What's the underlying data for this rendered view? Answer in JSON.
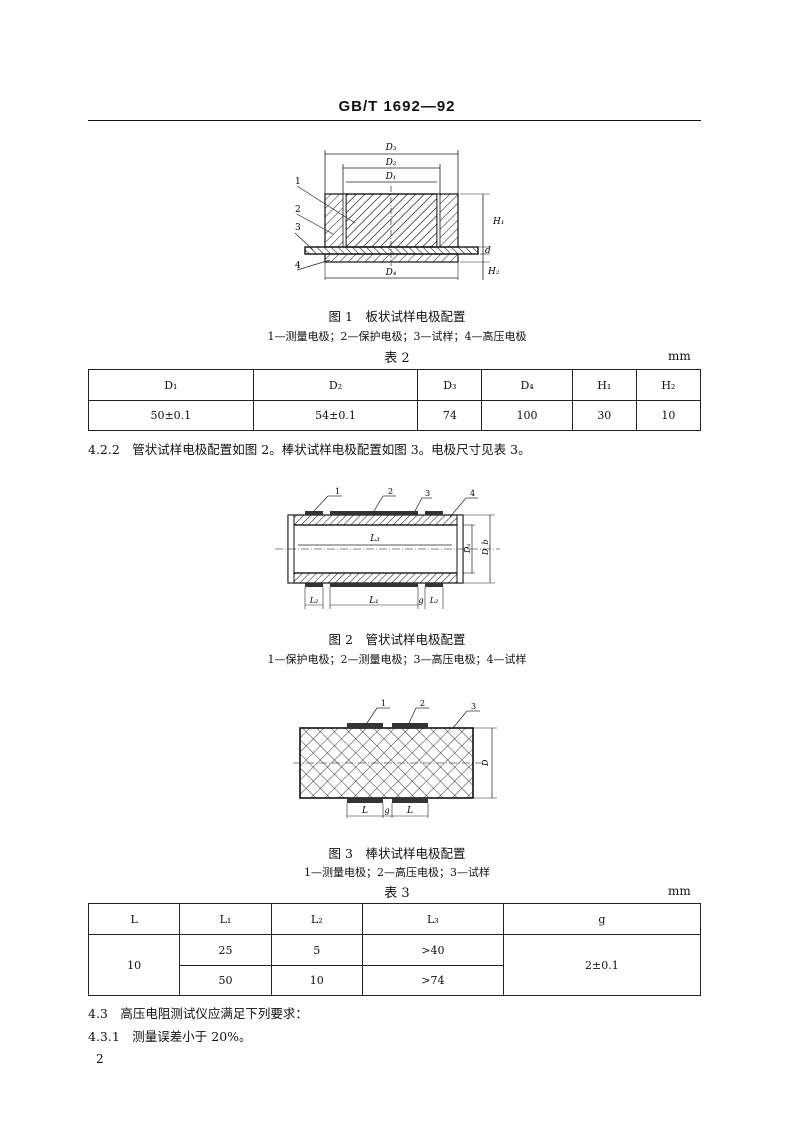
{
  "header": {
    "code": "GB/T 1692—92"
  },
  "figure1": {
    "caption": "图 1　板状试样电极配置",
    "legend": "1—测量电极；2—保护电极；3—试样；4—高压电极",
    "labels": {
      "D3": "D₃",
      "D2": "D₂",
      "D1": "D₁",
      "D4": "D₄",
      "H1": "H₁",
      "H2": "H₂",
      "d": "d",
      "n1": "1",
      "n2": "2",
      "n3": "3",
      "n4": "4"
    }
  },
  "table2": {
    "title": "表 2",
    "unit": "mm",
    "headers": [
      "D₁",
      "D₂",
      "D₃",
      "D₄",
      "H₁",
      "H₂"
    ],
    "values": [
      "50±0.1",
      "54±0.1",
      "74",
      "100",
      "30",
      "10"
    ]
  },
  "para_422": "4.2.2　管状试样电极配置如图 2。棒状试样电极配置如图 3。电极尺寸见表 3。",
  "figure2": {
    "caption": "图 2　管状试样电极配置",
    "legend": "1—保护电极；2—测量电极；3—高压电极；4—试样",
    "labels": {
      "L3": "L₃",
      "L2": "L₂",
      "L1": "L₁",
      "g": "g",
      "DA": "Dₐ",
      "DB": "D_b",
      "n1": "1",
      "n2": "2",
      "n3": "3",
      "n4": "4"
    }
  },
  "figure3": {
    "caption": "图 3　棒状试样电极配置",
    "legend": "1—测量电极；2—高压电极；3—试样",
    "labels": {
      "L": "L",
      "g": "g",
      "D": "D",
      "n1": "1",
      "n2": "2",
      "n3": "3"
    }
  },
  "table3": {
    "title": "表 3",
    "unit": "mm",
    "headers": [
      "L",
      "L₁",
      "L₂",
      "L₃",
      "g"
    ],
    "rows": [
      {
        "L": "10",
        "L1": "25",
        "L2": "5",
        "L3": ">40",
        "g": "2±0.1"
      },
      {
        "L1": "50",
        "L2": "10",
        "L3": ">74"
      }
    ]
  },
  "para_43": "4.3　高压电阻测试仪应满足下列要求：",
  "para_431": "4.3.1　测量误差小于 20%。",
  "page_number": "2"
}
